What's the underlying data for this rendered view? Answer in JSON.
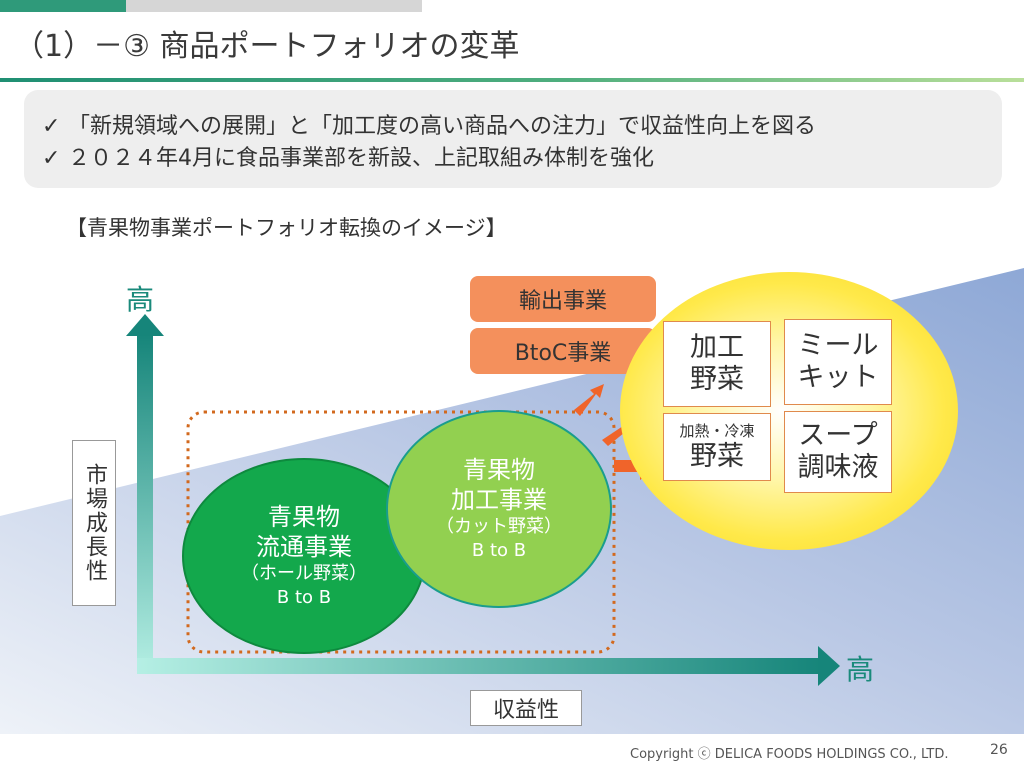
{
  "slide": {
    "title": "（1）－③ 商品ポートフォリオの変革",
    "bullets": [
      "「新規領域への展開」と「加工度の高い商品への注力」で収益性向上を図る",
      "２０２４年4月に食品事業部を新設、上記取組み体制を強化"
    ],
    "check_symbol": "✓"
  },
  "diagram": {
    "title": "【青果物事業ポートフォリオ転換のイメージ】",
    "y_axis": {
      "high_label": "高",
      "label": "市場成長性"
    },
    "x_axis": {
      "high_label": "高",
      "label": "収益性"
    },
    "circles": [
      {
        "line1": "青果物",
        "line2": "流通事業",
        "line3": "（ホール野菜）",
        "line4": "B to B"
      },
      {
        "line1": "青果物",
        "line2": "加工事業",
        "line3": "（カット野菜）",
        "line4": "B to B"
      }
    ],
    "new_businesses": [
      "輸出事業",
      "BtoC事業"
    ],
    "products": [
      {
        "line1": "加工",
        "line2": "野菜"
      },
      {
        "line1": "ミール",
        "line2": "キット"
      },
      {
        "line1": "加熱・冷凍",
        "line2": "野菜"
      },
      {
        "line1": "スープ",
        "line2": "調味液"
      }
    ],
    "colors": {
      "axis": "#1a8a7b",
      "distribution_circle": "#13a84c",
      "processing_circle": "#92d050",
      "pill": "#f4905c",
      "arrow": "#f0642a",
      "dotted_frame": "#d2691e"
    }
  },
  "footer": {
    "copyright": "Copyright ⓒ DELICA FOODS HOLDINGS CO., LTD.",
    "page": "26"
  }
}
